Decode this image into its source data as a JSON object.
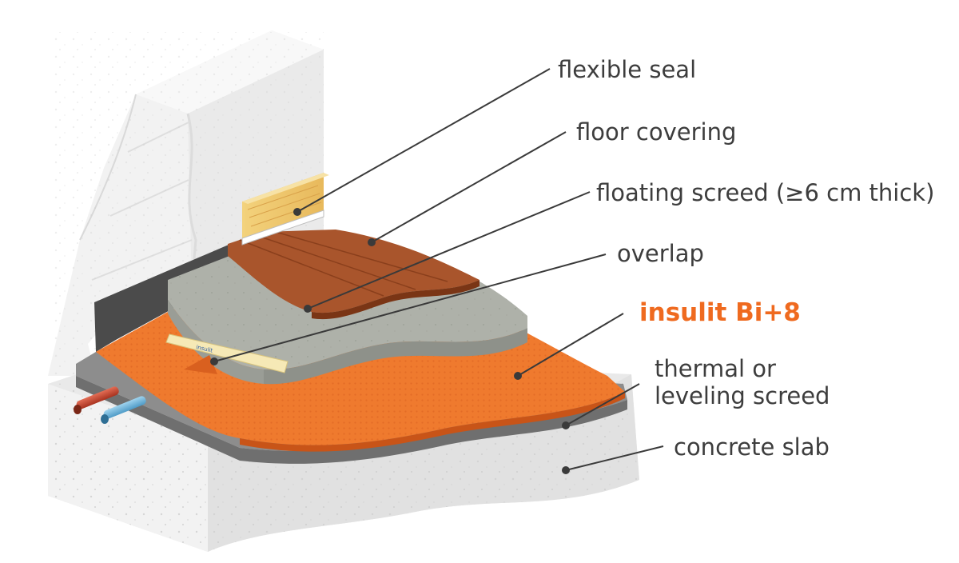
{
  "labels": {
    "flexible_seal": "flexible seal",
    "floor_covering": "floor covering",
    "floating_screed": "floating screed (≥6 cm thick)",
    "overlap": "overlap",
    "insulit": "insulit Bi+8",
    "thermal_line1": "thermal or",
    "thermal_line2": "leveling screed",
    "concrete_slab": "concrete slab"
  },
  "strip_text": "insulit",
  "colors": {
    "label_text": "#3d3d3d",
    "highlight": "#ef6a1f",
    "leader": "#3a3a3a",
    "insulation": "#ef7a2e",
    "wood": "#a9552c",
    "screed": "#aeb1a9",
    "slab": "#e9e9e9",
    "wall": "#eeeeee"
  }
}
